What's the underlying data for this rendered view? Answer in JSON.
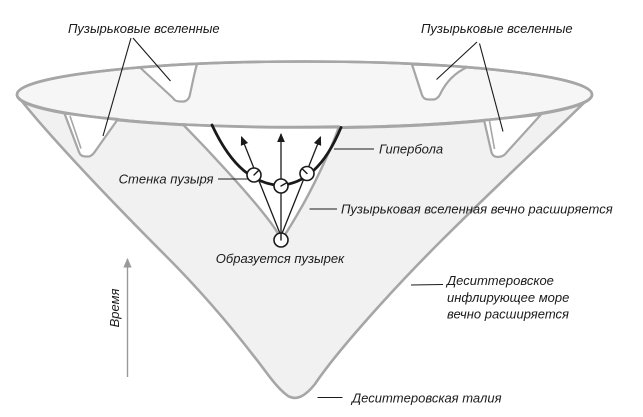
{
  "diagram": {
    "labels": {
      "bubble_universes_left": "Пузырьковые вселенные",
      "bubble_universes_right": "Пузырьковые вселенные",
      "hyperbola": "Гипербола",
      "bubble_wall": "Стенка пузыря",
      "bubble_universe_expanding": "Пузырьковая вселенная вечно расширяется",
      "bubble_forming": "Образуется пузырек",
      "inflating_sea_line1": "Деситтеровское",
      "inflating_sea_line2": "инфлирующее море",
      "inflating_sea_line3": "вечно расширяется",
      "time_axis": "Время",
      "desitter_waist": "Деситтеровская талия"
    },
    "colors": {
      "outline": "#a6a6a6",
      "cone_fill": "#f1f1f1",
      "disk_fill": "#f6f6f6",
      "notch_fill": "#ffffff",
      "ink": "#1a1a1a",
      "time_axis_gray": "#9a9a9a",
      "background": "#ffffff"
    }
  }
}
